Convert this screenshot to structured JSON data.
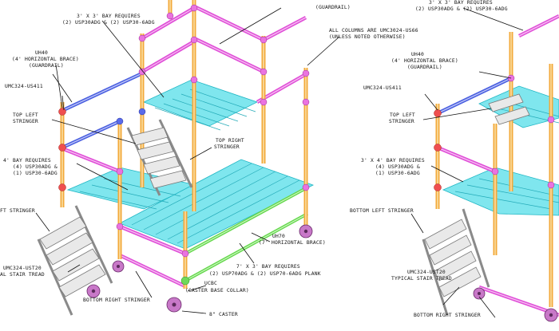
{
  "labels": {
    "guardrail_top": "(GUARDRAIL)",
    "bay_3x3_line1": "3' X 3' BAY REQUIRES",
    "bay_3x3_line2": "(2) USP30ADG & (2) USP30-6ADG",
    "all_columns_line1": "ALL COLUMNS ARE UMC3024-US66",
    "all_columns_line2": "(UNLESS NOTED OTHERWISE)",
    "uh40_line1": "UH40",
    "uh40_line2": "(4' HORIZONTAL BRACE)",
    "uh40_line3": "(GUARDRAIL)",
    "umc324_us411": "UMC324-US411",
    "top_left_stringer_line1": "TOP LEFT",
    "top_left_stringer_line2": "STRINGER",
    "top_right_stringer_line1": "TOP RIGHT",
    "top_right_stringer_line2": "STRINGER",
    "bay_4_line1": "4' BAY REQUIRES",
    "bay_4_line2": "(4) USP30ADG &",
    "bay_4_line3": "(1) USP30-6ADG",
    "left_stringer": "FT STRINGER",
    "uh70_line1": "UH70",
    "uh70_line2": "(7' HORIZONTAL BRACE)",
    "bay_7x3_line1": "7' X 3' BAY REQUIRES",
    "bay_7x3_line2": "(2) USP70ADG & (2) USP70-6ADG PLANK",
    "umc324_ust20_line1": "UMC324-UST20",
    "umc324_ust20_line2": "AL STAIR TREAD",
    "ucbc_line1": "UCBC",
    "ucbc_line2": "(CASTER BASE COLLAR)",
    "bottom_right_stringer": "BOTTOM RIGHT STRINGER",
    "caster": "8\" CASTER"
  },
  "labels_right": {
    "bay_3x3_line1": "3' X 3' BAY REQUIRES",
    "bay_3x3_line2": "(2) USP30ADG & (2) USP30-6ADG",
    "uh40_line1": "UH40",
    "uh40_line2": "(4' HORIZONTAL BRACE)",
    "uh40_line3": "(GUARDRAIL)",
    "umc324_us411": "UMC324-US411",
    "top_left_stringer_line1": "TOP LEFT",
    "top_left_stringer_line2": "STRINGER",
    "bay_3x4_line1": "3' X 4' BAY REQUIRES",
    "bay_3x4_line2": "(4) USP30ADG &",
    "bay_3x4_line3": "(1) USP30-6ADG",
    "bottom_left_stringer": "BOTTOM LEFT STRINGER",
    "umc324_ust20_line1": "UMC324-UST20",
    "umc324_ust20_line2": "TYPICAL STAIR TREAD",
    "bottom_right_stringer": "BOTTOM RIGHT STRINGER"
  },
  "colors": {
    "column": "#f3a93a",
    "guardrail_magenta": "#e04fd8",
    "guardrail_blue": "#4a5fe0",
    "horizontal_green": "#63d84a",
    "plank": "#7fe6ee",
    "coupler_red": "#ef4f4f"
  }
}
